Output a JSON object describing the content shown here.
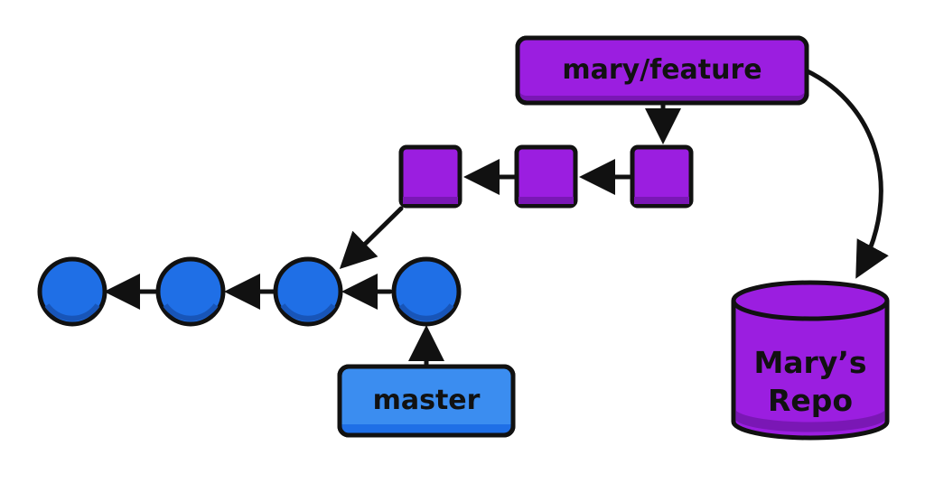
{
  "branches": {
    "feature": {
      "label": "mary/feature"
    },
    "master": {
      "label": "master"
    }
  },
  "repo": {
    "line1": "Mary’s",
    "line2": "Repo"
  },
  "feature_commits": {
    "count": 3,
    "shape": "square"
  },
  "master_commits": {
    "count": 4,
    "shape": "circle"
  },
  "colors": {
    "purple": "#9b1ee0",
    "purple_dark": "#7a17b5",
    "blue": "#1f6fe6",
    "blue_dark": "#1855b8",
    "light_blue_label": "#3b8df0",
    "outline": "#111111",
    "background": "#ffffff"
  }
}
